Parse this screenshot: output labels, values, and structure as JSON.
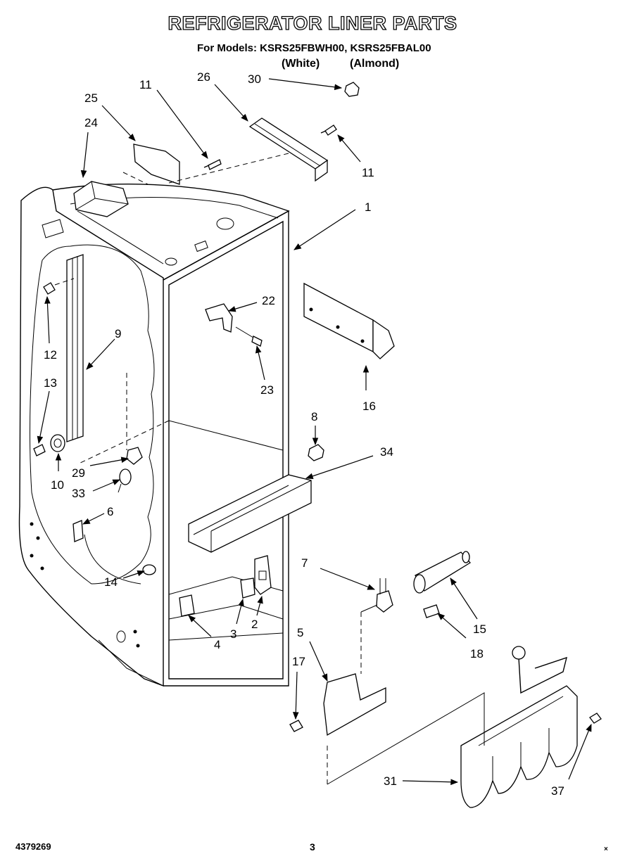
{
  "header": {
    "title": "REFRIGERATOR LINER PARTS",
    "models": "For Models: KSRS25FBWH00, KSRS25FBAL00",
    "variant_white": "(White)",
    "variant_almond": "(Almond)"
  },
  "footer": {
    "doc_number": "4379269",
    "page_number": "3",
    "corner_mark": "×"
  },
  "callouts": {
    "c1": "1",
    "c2": "2",
    "c3": "3",
    "c4": "4",
    "c5": "5",
    "c6": "6",
    "c7": "7",
    "c8": "8",
    "c9": "9",
    "c10": "10",
    "c11a": "11",
    "c11b": "11",
    "c12": "12",
    "c13": "13",
    "c14": "14",
    "c15": "15",
    "c16": "16",
    "c17": "17",
    "c18": "18",
    "c22": "22",
    "c23": "23",
    "c24": "24",
    "c25": "25",
    "c26": "26",
    "c29": "29",
    "c30": "30",
    "c31": "31",
    "c33": "33",
    "c34": "34",
    "c37": "37"
  }
}
